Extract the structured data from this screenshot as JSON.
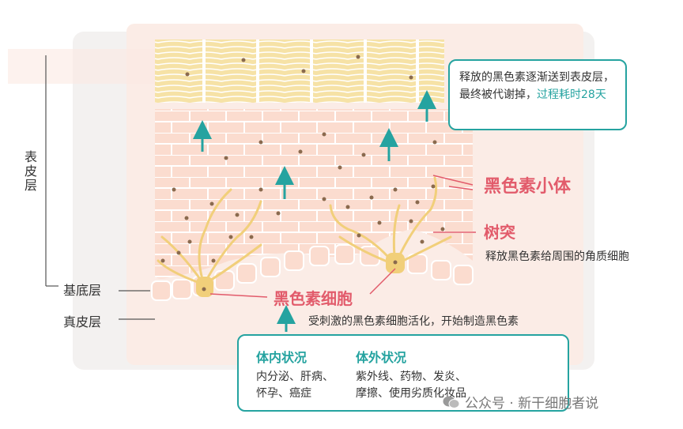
{
  "labels": {
    "epidermis": "表皮层",
    "basal_layer": "基底层",
    "dermis": "真皮层",
    "melanosome": "黑色素小体",
    "dendrite": "树突",
    "dendrite_desc": "释放黑色素给周围的角质细胞",
    "melanocyte": "黑色素细胞",
    "stimulus_desc": "受刺激的黑色素细胞活化，开始制造黑色素"
  },
  "top_callout": {
    "text": "释放的黑色素逐渐送到表皮层，最终被代谢掉，",
    "highlight": "过程耗时28天"
  },
  "bottom_box": {
    "internal": {
      "title": "体内状况",
      "lines": [
        "内分泌、肝病、",
        "怀孕、癌症"
      ]
    },
    "external": {
      "title": "体外状况",
      "lines": [
        "紫外线、药物、发炎、",
        "摩擦、使用劣质化妆品"
      ]
    }
  },
  "watermark": "公众号 · 新干细胞者说",
  "colors": {
    "teal": "#25a3a0",
    "pink": "#e25b6b",
    "skin_cells": "#fbdccf",
    "stratum_corneum": "#f6e2a6",
    "melanin_dot": "#8a6a4e"
  }
}
